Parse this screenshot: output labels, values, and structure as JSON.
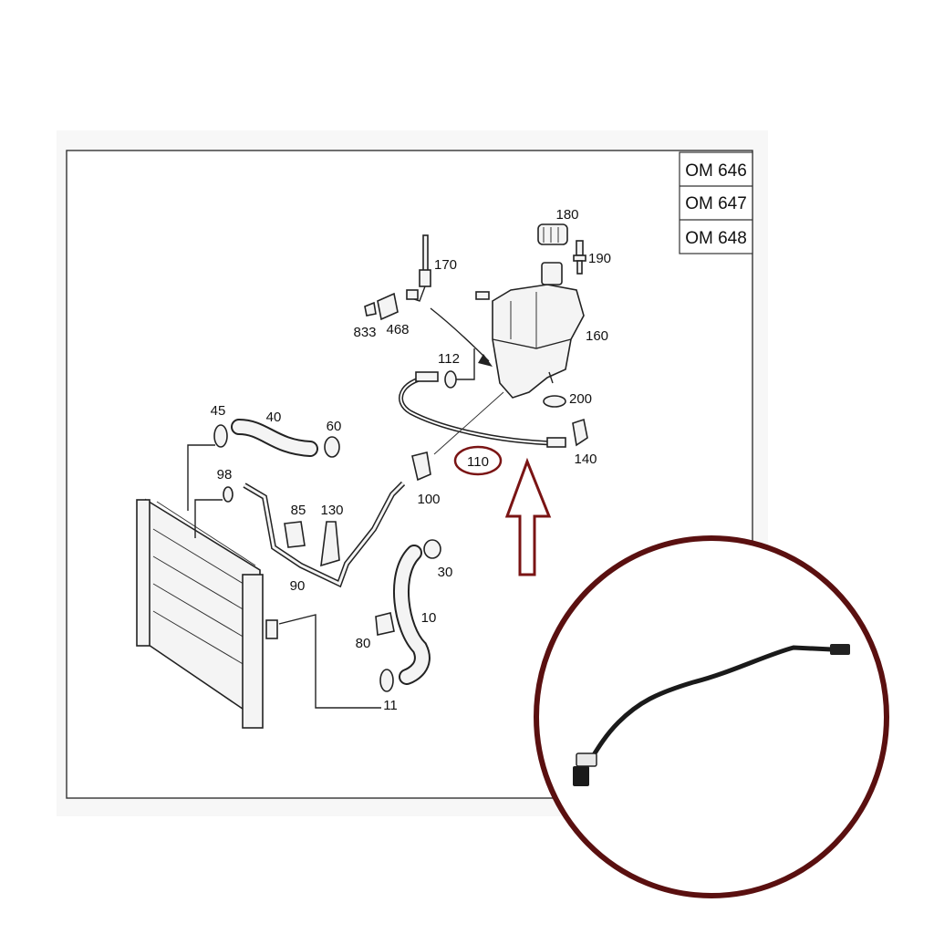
{
  "engine_codes": [
    "OM 646",
    "OM 647",
    "OM 648"
  ],
  "callouts": {
    "c180": "180",
    "c190": "190",
    "c170": "170",
    "c833": "833",
    "c468": "468",
    "c160": "160",
    "c112": "112",
    "c200": "200",
    "c140": "140",
    "c110": "110",
    "c100": "100",
    "c45": "45",
    "c40": "40",
    "c60": "60",
    "c98": "98",
    "c85": "85",
    "c130": "130",
    "c90": "90",
    "c30": "30",
    "c10": "10",
    "c80": "80",
    "c11": "11"
  },
  "colors": {
    "highlight": "#7a1414",
    "ring": "#5a1010",
    "hose": "#1a1a1a",
    "line": "#222222"
  },
  "highlighted_part": "110"
}
